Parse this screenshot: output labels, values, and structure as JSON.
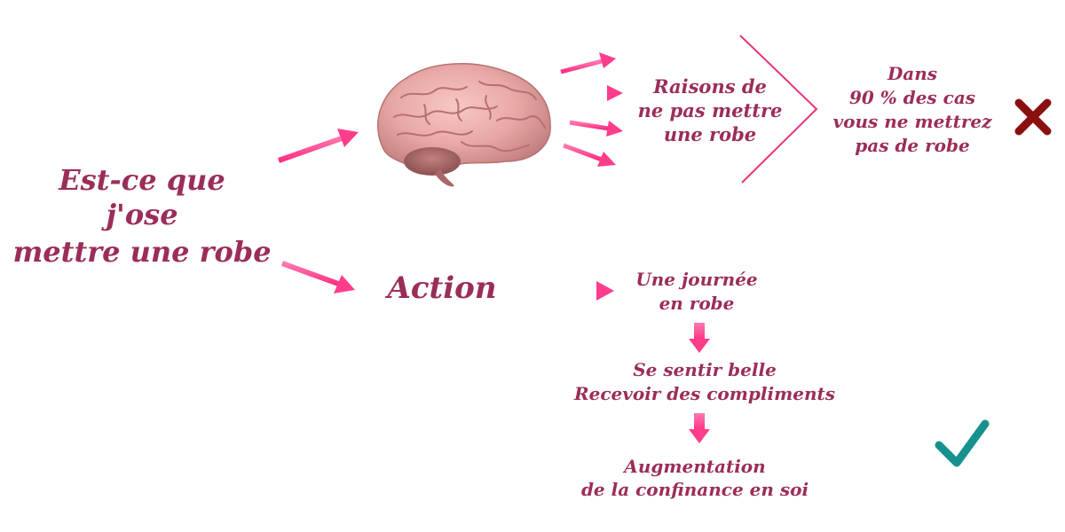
{
  "question": {
    "line1": "Est-ce que",
    "line2": "j'ose",
    "line3": "mettre une robe"
  },
  "brain": {
    "icon": "brain-icon"
  },
  "reasons": {
    "line1": "Raisons de",
    "line2": "ne pas mettre",
    "line3": "une robe"
  },
  "outcome_no": {
    "line1": "Dans",
    "line2": "90 % des cas",
    "line3": "vous ne mettrez",
    "line4": "pas de robe",
    "icon": "cross-icon"
  },
  "action": {
    "label": "Action"
  },
  "step1": {
    "line1": "Une journée",
    "line2": "en robe"
  },
  "step2": {
    "line1": "Se sentir belle",
    "line2": "Recevoir des compliments"
  },
  "step3": {
    "line1": "Augmentation",
    "line2": "de la confinance en soi"
  },
  "outcome_yes": {
    "icon": "check-icon"
  },
  "colors": {
    "text": "#9b2d5a",
    "arrow": "#ff3d8b",
    "cross": "#8a1010",
    "check": "#17918f"
  }
}
